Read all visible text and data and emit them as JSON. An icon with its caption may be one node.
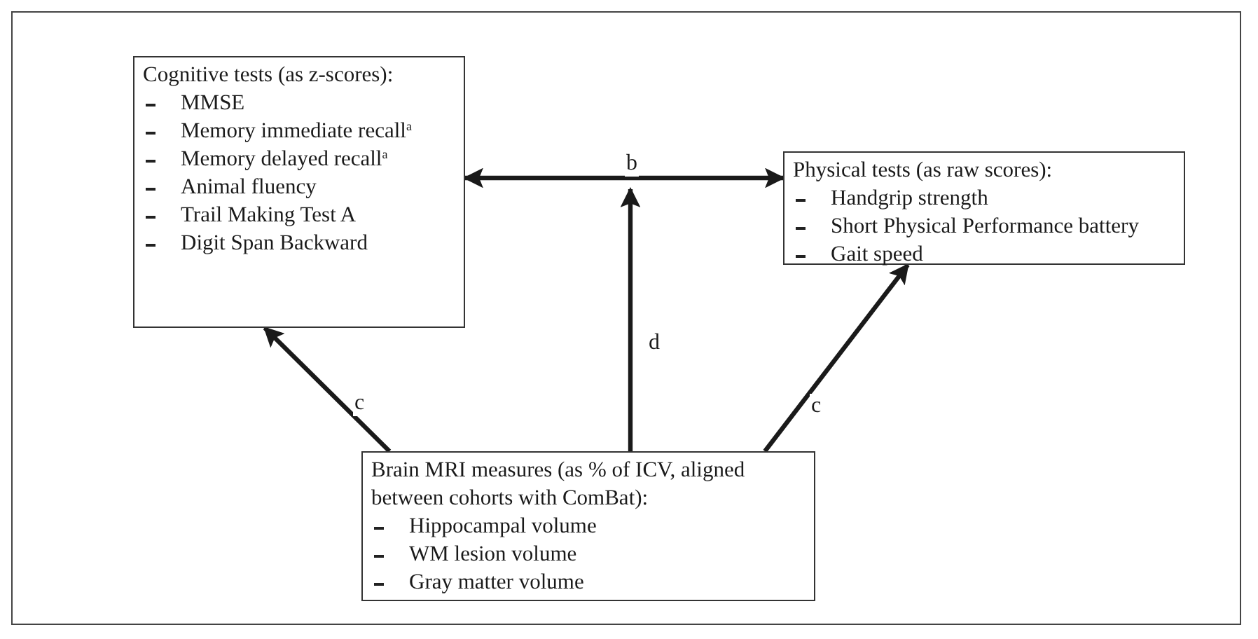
{
  "diagram": {
    "nodes": [
      {
        "text": [
          "Cognitive tests (as z-scores):",
          "MMSE",
          "Memory immediate recall$^{a}$",
          "Memory delayed recall$^{a}$",
          "Animal fluency",
          "Trail Making Test A",
          "Digit Span Backward"
        ]
      },
      {
        "text": [
          "Physical tests (as raw scores):",
          "Handgrip strength",
          "Short Physical Performance battery",
          "Gait speed"
        ]
      },
      {
        "text": [
          "Brain MRI measures (as % of ICV, aligned between cohorts with ComBat):",
          "Hippocampal volume",
          "WM lesion volume",
          "Gray matter volume"
        ]
      }
    ],
    "edges": [
      {
        "from": 0,
        "to": 1,
        "arrow": "both",
        "label": "b"
      },
      {
        "from": 2,
        "to": null,
        "arrow": "to",
        "label": "d"
      },
      {
        "from": 2,
        "to": 0,
        "arrow": "to",
        "label": "c"
      },
      {
        "from": 2,
        "to": 1,
        "arrow": "to",
        "label": "c"
      }
    ]
  }
}
